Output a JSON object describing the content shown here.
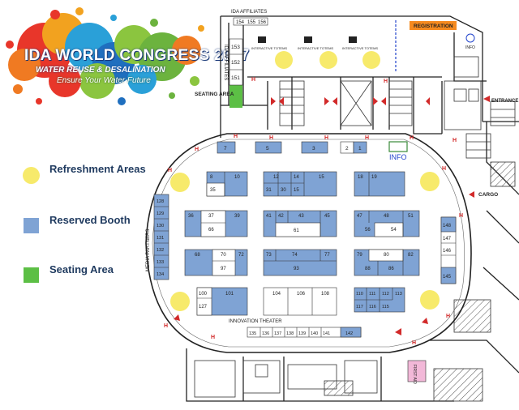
{
  "logo": {
    "title": "IDA WORLD CONGRESS 2017",
    "subtitle": "WATER REUSE & DESALINATION",
    "tagline": "Ensure Your Water Future"
  },
  "legend": [
    {
      "label": "Refreshment Areas",
      "symbol": "yellow-circle",
      "color": "#f7ea6b"
    },
    {
      "label": "Reserved Booth",
      "symbol": "blue-square",
      "color": "#7fa3d4"
    },
    {
      "label": "Seating Area",
      "symbol": "green-square",
      "color": "#5cbf45"
    }
  ],
  "colors": {
    "booth": "#7fa3d4",
    "refreshment": "#f7ea6b",
    "seating": "#5cbf45",
    "exit": "#d22a2a",
    "registration": "#f58a1f",
    "first_aid": "#f2b8d8"
  },
  "labels": {
    "ida_affiliates_top": "IDA AFFILIATES",
    "ida_affiliates_side": "IDA AFFILIATES",
    "seating_area": "SEATING AREA",
    "media_partners": "MEDIA PARTNERS",
    "innovation_theater": "INNOVATION THEATER",
    "registration": "REGISTRATION",
    "info_top": "INFO",
    "info_main": "INFO",
    "entrance": "ENTRANCE",
    "cargo": "CARGO",
    "first_aid": "FIRST AID",
    "interactive_totems": [
      "INTERACTIVE TOTEMS",
      "INTERACTIVE TOTEMS",
      "INTERACTIVE TOTEMS"
    ]
  },
  "booths": {
    "affiliates_top": [
      "154",
      "155",
      "156"
    ],
    "affiliates_side": [
      "153",
      "152",
      "151"
    ],
    "top_row": [
      "7",
      "5",
      "3",
      "2",
      "1"
    ],
    "media_partners": [
      "128",
      "129",
      "130",
      "131",
      "132",
      "133",
      "134"
    ],
    "right_column": [
      "148",
      "147",
      "146",
      "145"
    ],
    "block_a": [
      "8",
      "10",
      "35"
    ],
    "block_b": [
      "12",
      "14",
      "15",
      "31",
      "30",
      "15"
    ],
    "block_c": [
      "18",
      "19"
    ],
    "block_d": [
      "36",
      "37",
      "39",
      "66"
    ],
    "block_e": [
      "41",
      "42",
      "43",
      "45",
      "61"
    ],
    "block_f": [
      "47",
      "48",
      "51",
      "56",
      "54"
    ],
    "block_g": [
      "68",
      "70",
      "72",
      "97"
    ],
    "block_h": [
      "73",
      "74",
      "77",
      "93"
    ],
    "block_i": [
      "79",
      "80",
      "82",
      "88",
      "86"
    ],
    "block_j": [
      "100",
      "101",
      "127"
    ],
    "block_k": [
      "104",
      "106",
      "108"
    ],
    "block_l": [
      "110",
      "111",
      "112",
      "113",
      "117",
      "116",
      "115"
    ],
    "theater_row": [
      "135",
      "136",
      "137",
      "138",
      "139",
      "140",
      "141",
      "142"
    ]
  }
}
